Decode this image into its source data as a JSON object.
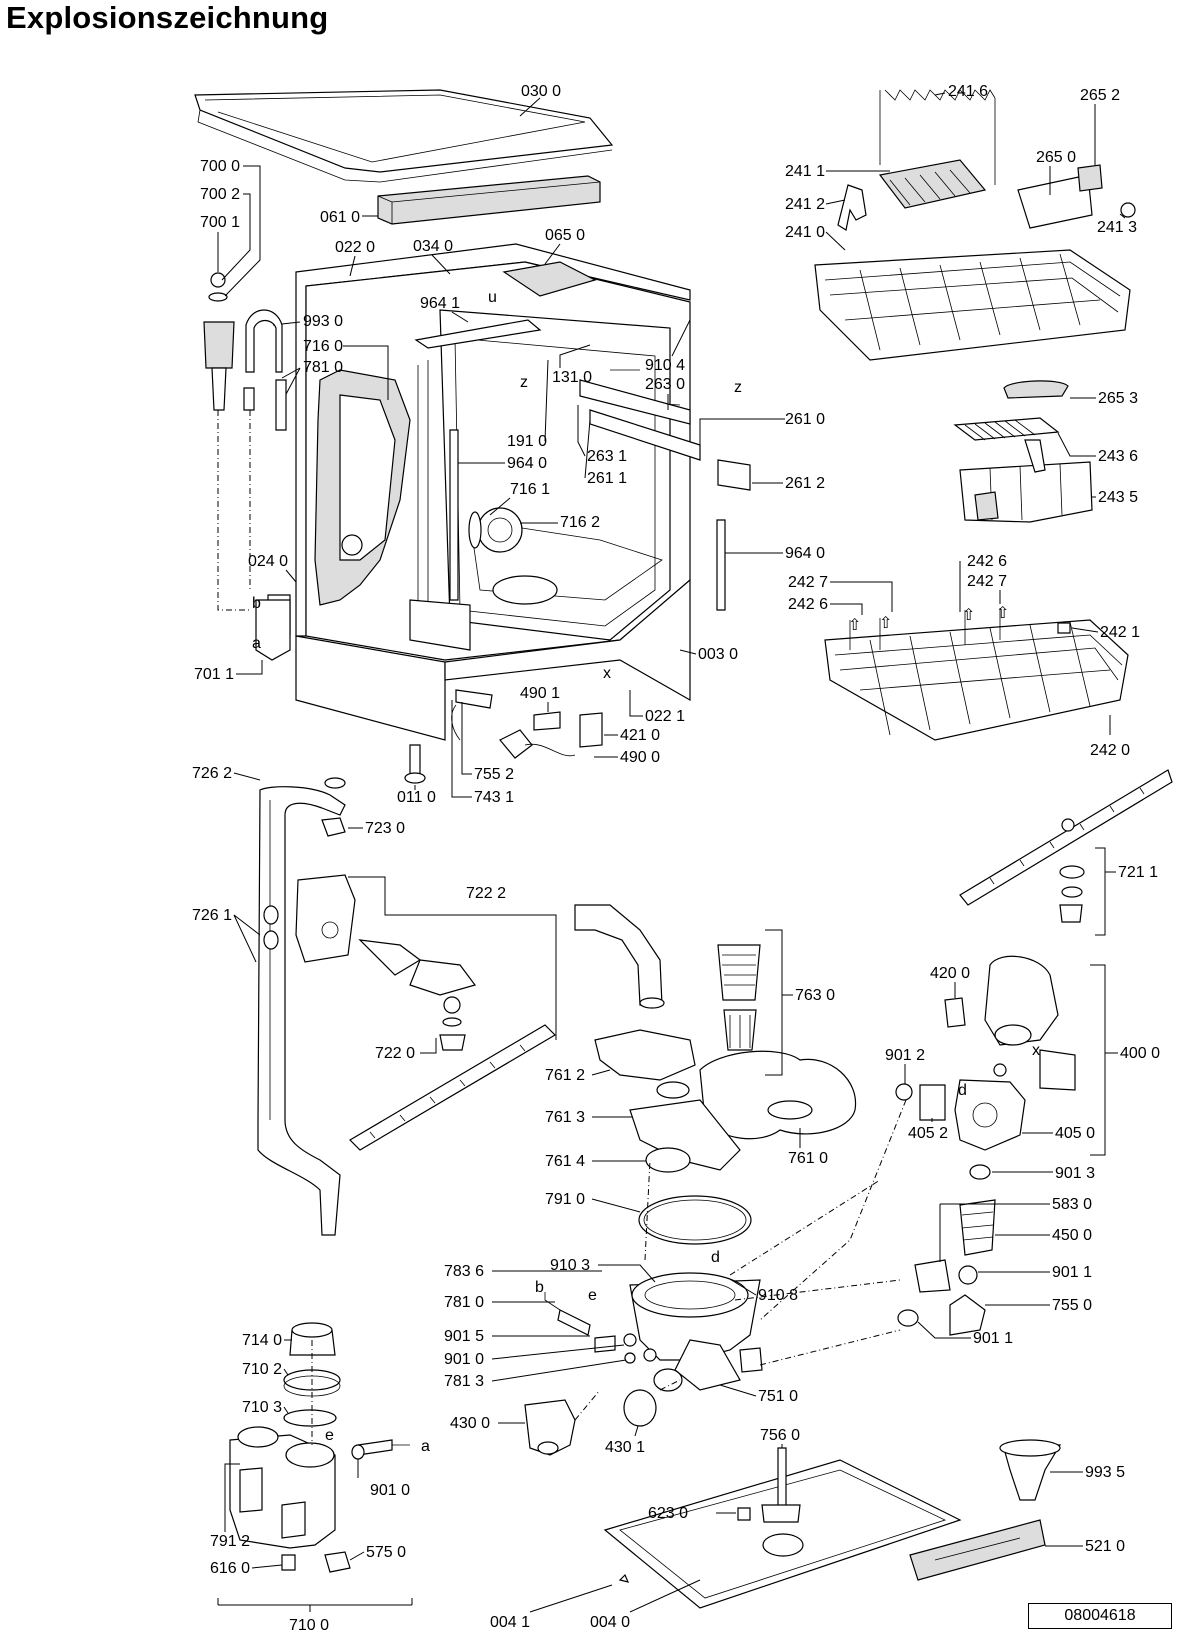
{
  "title": "Explosionszeichnung",
  "document_number": "08004618",
  "part_labels": {
    "p0300": "030 0",
    "p7000": "700 0",
    "p7002": "700 2",
    "p7001": "700 1",
    "p0610": "061 0",
    "p0220": "022 0",
    "p0340": "034 0",
    "p0650": "065 0",
    "p9641": "964 1",
    "p9930": "993 0",
    "p7160": "716 0",
    "p7810": "781 0",
    "p1310": "131 0",
    "p9104": "910 4",
    "p2630": "263 0",
    "p2610": "261 0",
    "p1910": "191 0",
    "p9640": "964 0",
    "p2631": "263 1",
    "p2611": "261 1",
    "p2612": "261 2",
    "p7161": "716 1",
    "p7162": "716 2",
    "p9640b": "964 0",
    "p0240": "024 0",
    "p7011": "701 1",
    "p0030": "003 0",
    "p4901": "490 1",
    "p0221": "022 1",
    "p4210": "421 0",
    "p4900": "490 0",
    "p7552": "755 2",
    "p0110": "011 0",
    "p7431": "743 1",
    "p2416": "241 6",
    "p2652": "265 2",
    "p2411": "241 1",
    "p2650": "265 0",
    "p2412": "241 2",
    "p2410": "241 0",
    "p2413": "241 3",
    "p2653": "265 3",
    "p2436": "243 6",
    "p2435": "243 5",
    "p2426a": "242 6",
    "p2427a": "242 7",
    "p2426b": "242 6",
    "p2427b": "242 7",
    "p2421": "242 1",
    "p2420": "242 0",
    "p7262": "726 2",
    "p7230": "723 0",
    "p7222": "722 2",
    "p7211": "721 1",
    "p7261": "726 1",
    "p7630": "763 0",
    "p7220": "722 0",
    "p4200": "420 0",
    "p7612": "761 2",
    "p4000": "400 0",
    "p9012": "901 2",
    "p7613": "761 3",
    "p4052": "405 2",
    "p4050": "405 0",
    "p7614": "761 4",
    "p7610": "761 0",
    "p9013": "901 3",
    "p7910": "791 0",
    "p5830": "583 0",
    "p4500": "450 0",
    "p9103": "910 3",
    "p7836": "783 6",
    "p9108": "910 8",
    "p9011a": "901 1",
    "p7810b": "781 0",
    "p7550": "755 0",
    "p7140": "714 0",
    "p9015": "901 5",
    "p9011b": "901 1",
    "p9010": "901 0",
    "p7102": "710 2",
    "p7813": "781 3",
    "p7510": "751 0",
    "p7103": "710 3",
    "p4300": "430 0",
    "p4301": "430 1",
    "p7560": "756 0",
    "p9010b": "901 0",
    "p9935": "993 5",
    "p6230": "623 0",
    "p7912": "791 2",
    "p6160": "616 0",
    "p5750": "575 0",
    "p5210": "521 0",
    "p7100": "710 0",
    "p0041": "004 1",
    "p0040": "004 0"
  },
  "letter_markers": {
    "z1": "z",
    "z2": "z",
    "u": "u",
    "b1": "b",
    "a1": "a",
    "x1": "x",
    "x2": "x",
    "d1": "d",
    "d2": "d",
    "e1": "e",
    "b2": "b",
    "e2": "e",
    "a2": "a"
  }
}
